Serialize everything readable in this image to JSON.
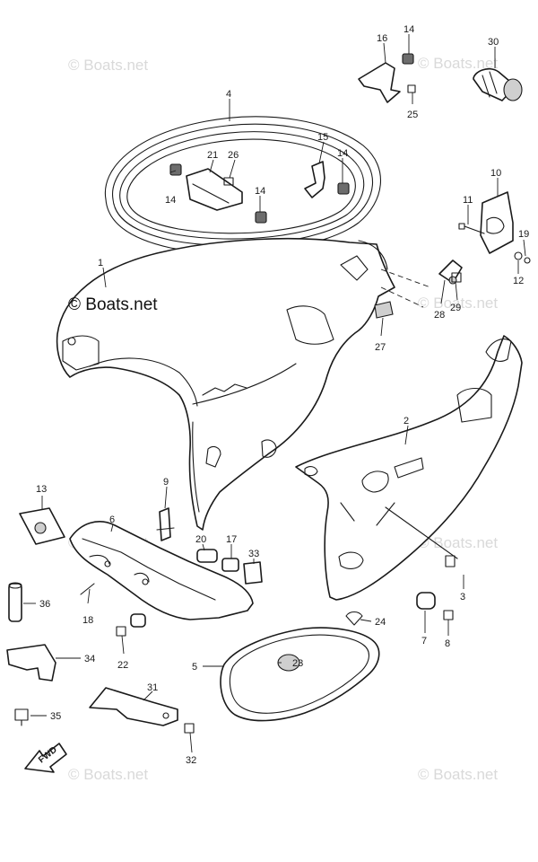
{
  "watermark": {
    "text": "© Boats.net"
  },
  "direction_indicator": {
    "text": "FWD"
  },
  "callouts": [
    "1",
    "2",
    "3",
    "4",
    "5",
    "6",
    "7",
    "8",
    "9",
    "10",
    "11",
    "12",
    "13",
    "14",
    "15",
    "16",
    "17",
    "18",
    "19",
    "20",
    "21",
    "22",
    "23",
    "24",
    "25",
    "26",
    "27",
    "28",
    "29",
    "30",
    "31",
    "32",
    "33",
    "34",
    "35",
    "36"
  ],
  "colors": {
    "line": "#1a1a1a",
    "watermark": "#d9d9d9",
    "background": "#ffffff"
  }
}
